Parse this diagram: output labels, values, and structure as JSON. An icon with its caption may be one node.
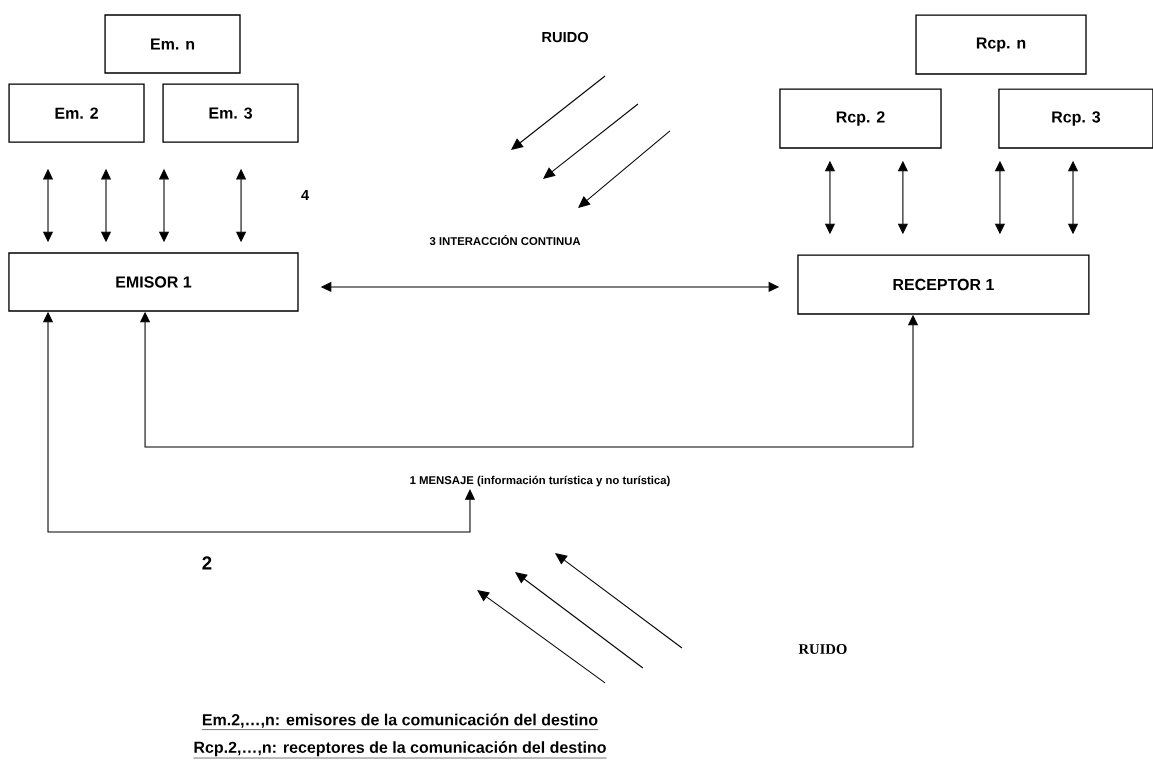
{
  "diagram": {
    "nodes": [
      {
        "text": [
          "Em. n"
        ]
      },
      {
        "text": [
          "Em. 2"
        ]
      },
      {
        "text": [
          "Em. 3"
        ]
      },
      {
        "text": [
          "EMISOR 1"
        ]
      },
      {
        "text": [
          "Rcp. n"
        ]
      },
      {
        "text": [
          "Rcp. 2"
        ]
      },
      {
        "text": [
          "Rcp. 3"
        ]
      },
      {
        "text": [
          "RECEPTOR 1"
        ]
      },
      {
        "text": [
          "1 MENSAJE (información turística y no turística)"
        ]
      }
    ],
    "edges": [
      {
        "from": 1,
        "to": 3,
        "arrow": "both"
      },
      {
        "from": 1,
        "to": 3,
        "arrow": "both"
      },
      {
        "from": 2,
        "to": 3,
        "arrow": "both"
      },
      {
        "from": 2,
        "to": 3,
        "arrow": "both"
      },
      {
        "from": 5,
        "to": 7,
        "arrow": "both"
      },
      {
        "from": 5,
        "to": 7,
        "arrow": "both"
      },
      {
        "from": 6,
        "to": 7,
        "arrow": "both"
      },
      {
        "from": 6,
        "to": 7,
        "arrow": "both"
      },
      {
        "from": 3,
        "to": 7,
        "arrow": "both",
        "label": "3 INTERACCIÓN CONTINUA"
      },
      {
        "from": 7,
        "to": 3,
        "arrow": "both"
      },
      {
        "from": 3,
        "to": 8,
        "arrow": "both",
        "label": "2"
      }
    ],
    "labels": [
      "RUIDO",
      "4",
      "RUIDO",
      "Em.2,…,n: emisores de la comunicación del destino",
      "Rcp.2,…,n: receptores de la comunicación del destino"
    ]
  }
}
